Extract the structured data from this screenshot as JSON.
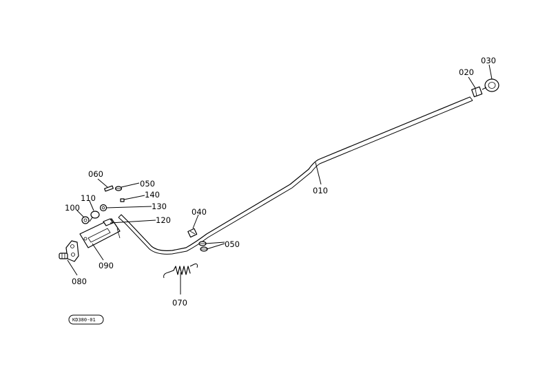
{
  "labels": {
    "p010": "010",
    "p020": "020",
    "p030": "030",
    "p040": "040",
    "p050a": "050",
    "p050b": "050",
    "p060": "060",
    "p070": "070",
    "p080": "080",
    "p090": "090",
    "p100": "100",
    "p110": "110",
    "p120": "120",
    "p130": "130",
    "p140": "140"
  },
  "stamp": "KD380-01"
}
